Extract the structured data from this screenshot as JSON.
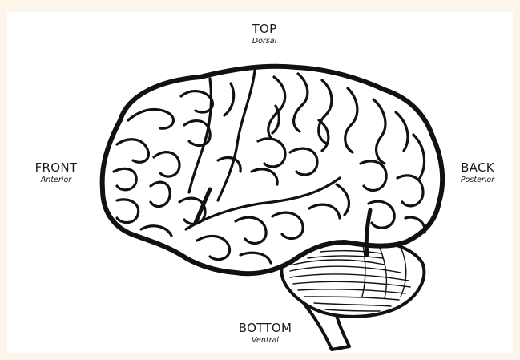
{
  "labels": {
    "top": {
      "main": "TOP",
      "sub": "Dorsal"
    },
    "front": {
      "main": "FRONT",
      "sub": "Anterior"
    },
    "back": {
      "main": "BACK",
      "sub": "Posterior"
    },
    "bottom": {
      "main": "BOTTOM",
      "sub": "Ventral"
    }
  },
  "colors": {
    "background": "#fbf6e9",
    "panel": "#ffffff",
    "ink": "#111111"
  }
}
